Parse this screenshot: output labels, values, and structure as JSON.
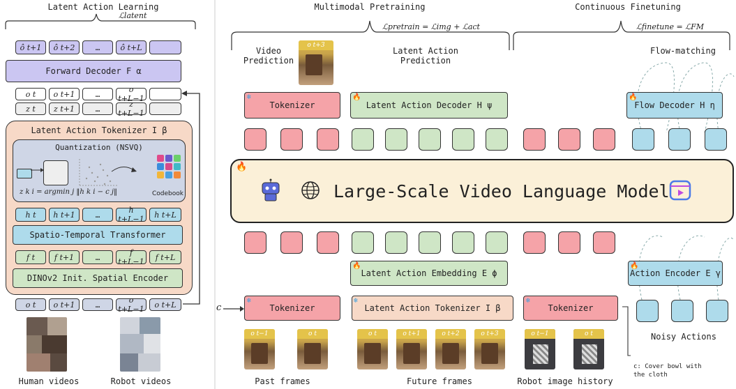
{
  "left_panel": {
    "title": "Latent Action Learning",
    "latent_loss": "ℒlatent",
    "pred_tokens": [
      "ô t+1",
      "ô t+2",
      "…",
      "ô t+L"
    ],
    "forward_decoder": "Forward Decoder F α",
    "obs_tokens": [
      "o t",
      "o t+1",
      "…",
      "o t+L−1"
    ],
    "z_tokens": [
      "z t",
      "z t+1",
      "…",
      "z t+L−1"
    ],
    "lat_tokenizer_title": "Latent Action Tokenizer I β",
    "quantization": "Quantization (NSVQ)",
    "quant_formula": "z k i = argmin j ‖h k i − c j‖",
    "codebook": "Codebook",
    "h_tokens": [
      "h t",
      "h t+1",
      "…",
      "h t+L−1",
      "h t+L"
    ],
    "transformer": "Spatio-Temporal Transformer",
    "f_tokens": [
      "f t",
      "f t+1",
      "…",
      "f t+L−1",
      "f t+L"
    ],
    "encoder": "DINOv2 Init. Spatial Encoder",
    "input_tokens": [
      "o t",
      "o t+1",
      "…",
      "o t+L−1",
      "o t+L"
    ],
    "human_label": "Human videos",
    "robot_label": "Robot videos"
  },
  "right_panel": {
    "multimodal_title": "Multimodal Pretraining",
    "pretrain_loss": "ℒpretrain = ℒimg + ℒact",
    "finetune_title": "Continuous Finetuning",
    "finetune_loss": "ℒfinetune = ℒFM",
    "video_pred": "Video\nPrediction",
    "video_pred_frame": "o t+3",
    "latent_pred": "Latent Action\nPrediction",
    "flow_matching": "Flow-matching",
    "tokenizer_top": "Tokenizer",
    "latent_decoder": "Latent Action Decoder H ψ",
    "flow_decoder": "Flow Decoder H η",
    "llm": "Large-Scale Video Language Model",
    "latent_embedding": "Latent Action Embedding E ϕ",
    "action_encoder": "Action Encoder E γ",
    "c_label": "c",
    "tokenizer_bottom": "Tokenizer",
    "lat_tokenizer_bottom": "Latent Action Tokenizer I β",
    "tokenizer_robot": "Tokenizer",
    "noisy_actions": "Noisy Actions",
    "past_frames_label": "Past frames",
    "future_frames_label": "Future frames",
    "robot_history_label": "Robot image history",
    "instruction": "c: Cover bowl with\nthe cloth",
    "past_frames": [
      "o t−1",
      "o t"
    ],
    "future_frames": [
      "o t",
      "o t+1",
      "o t+2",
      "o t+3"
    ],
    "robot_frames": [
      "o t−1",
      "o t"
    ]
  },
  "colors": {
    "pink": "#f5a3a8",
    "green": "#cfe6c6",
    "blue": "#aedbeb",
    "lavender": "#cbc6f2",
    "peach": "#f7d9c7",
    "llm_bg": "#fbf0d8"
  }
}
